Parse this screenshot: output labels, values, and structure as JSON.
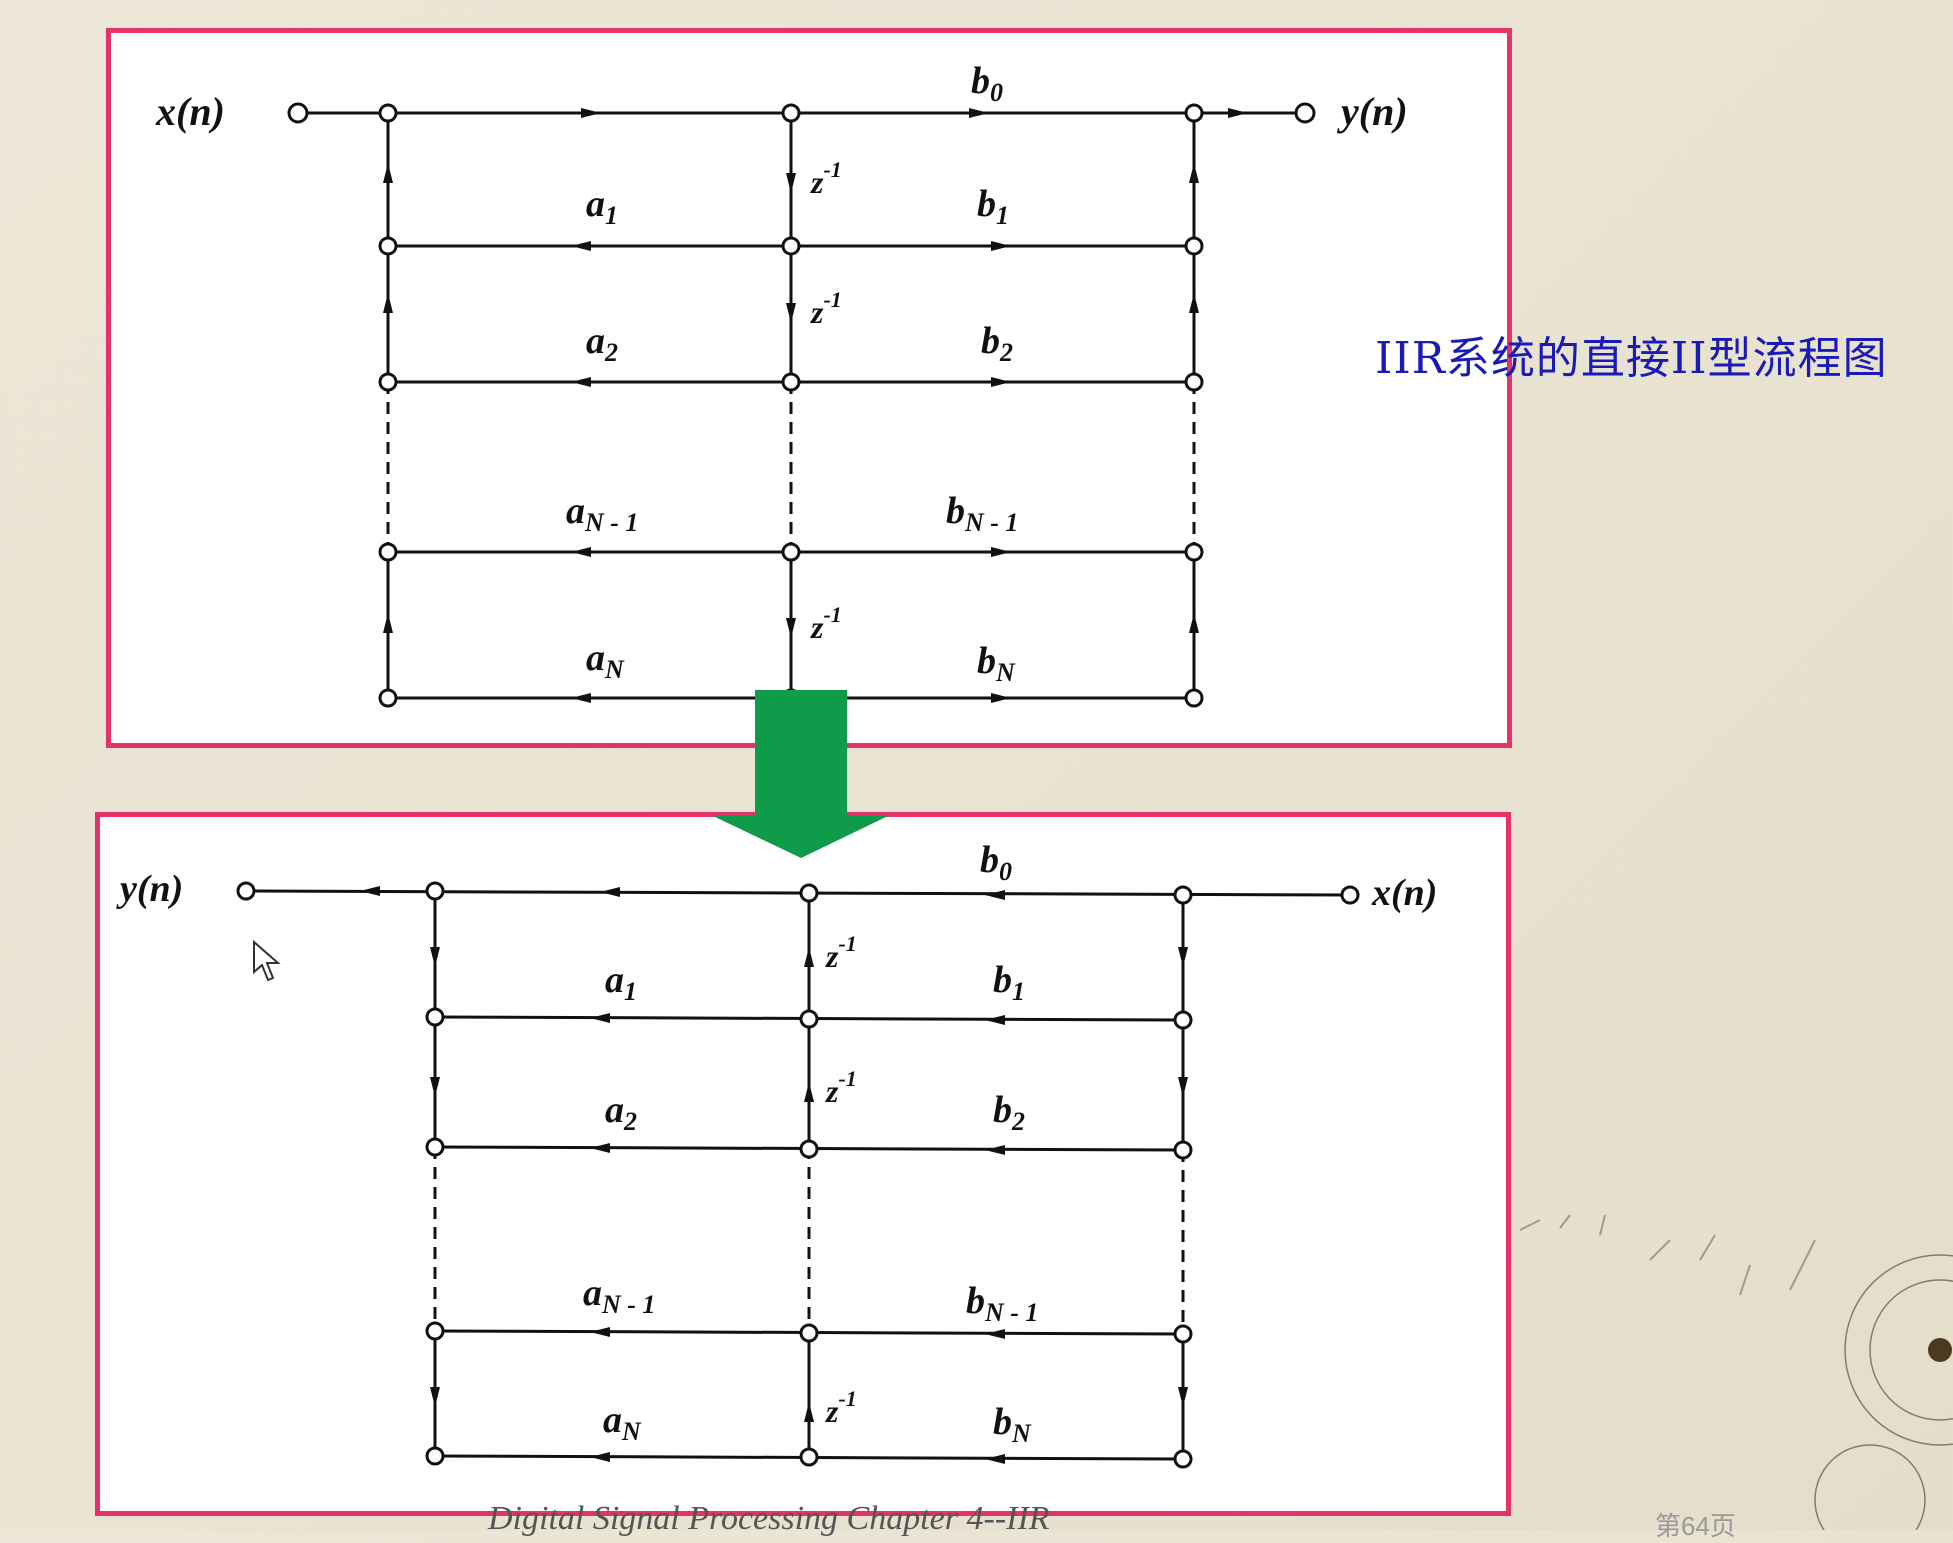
{
  "top_diagram": {
    "input": "x(n)",
    "output": "y(n)",
    "b0": "b",
    "b0_sub": "0",
    "a1": "a",
    "a1_sub": "1",
    "b1": "b",
    "b1_sub": "1",
    "a2": "a",
    "a2_sub": "2",
    "b2": "b",
    "b2_sub": "2",
    "aN1": "a",
    "aN1_sub": "N - 1",
    "bN1": "b",
    "bN1_sub": "N - 1",
    "aN": "a",
    "aN_sub": "N",
    "bN": "b",
    "bN_sub": "N",
    "delay": "z",
    "delay_sup": "-1"
  },
  "bottom_diagram": {
    "input": "x(n)",
    "output": "y(n)",
    "b0": "b",
    "b0_sub": "0",
    "a1": "a",
    "a1_sub": "1",
    "b1": "b",
    "b1_sub": "1",
    "a2": "a",
    "a2_sub": "2",
    "b2": "b",
    "b2_sub": "2",
    "aN1": "a",
    "aN1_sub": "N - 1",
    "bN1": "b",
    "bN1_sub": "N - 1",
    "aN": "a",
    "aN_sub": "N",
    "bN": "b",
    "bN_sub": "N",
    "delay": "z",
    "delay_sup": "-1"
  },
  "caption": "IIR系统的直接II型流程图",
  "footer": "Digital Signal Processing  Chapter 4--IIR",
  "page_number": "第64页",
  "colors": {
    "frame": "#e2336a",
    "arrow": "#0e9b4a",
    "caption": "#1a1ab8"
  }
}
